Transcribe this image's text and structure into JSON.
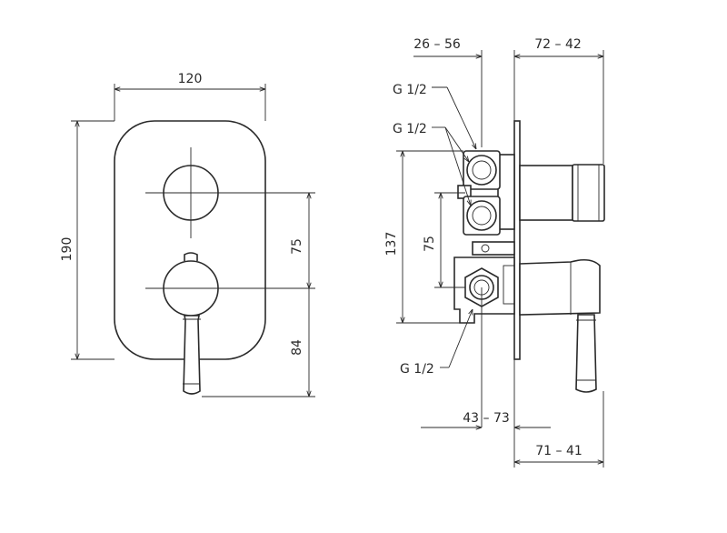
{
  "front_view": {
    "width_label": "120",
    "height_label": "190",
    "center_distance_label": "75",
    "lower_offset_label": "84"
  },
  "side_view": {
    "top_left_label": "26 – 56",
    "top_right_label": "72 – 42",
    "height_label": "137",
    "center_distance_label": "75",
    "bottom_left_label": "43 – 73",
    "bottom_right_label": "71 – 41",
    "thread_label_1": "G 1/2",
    "thread_label_2": "G 1/2",
    "thread_label_3": "G 1/2"
  }
}
